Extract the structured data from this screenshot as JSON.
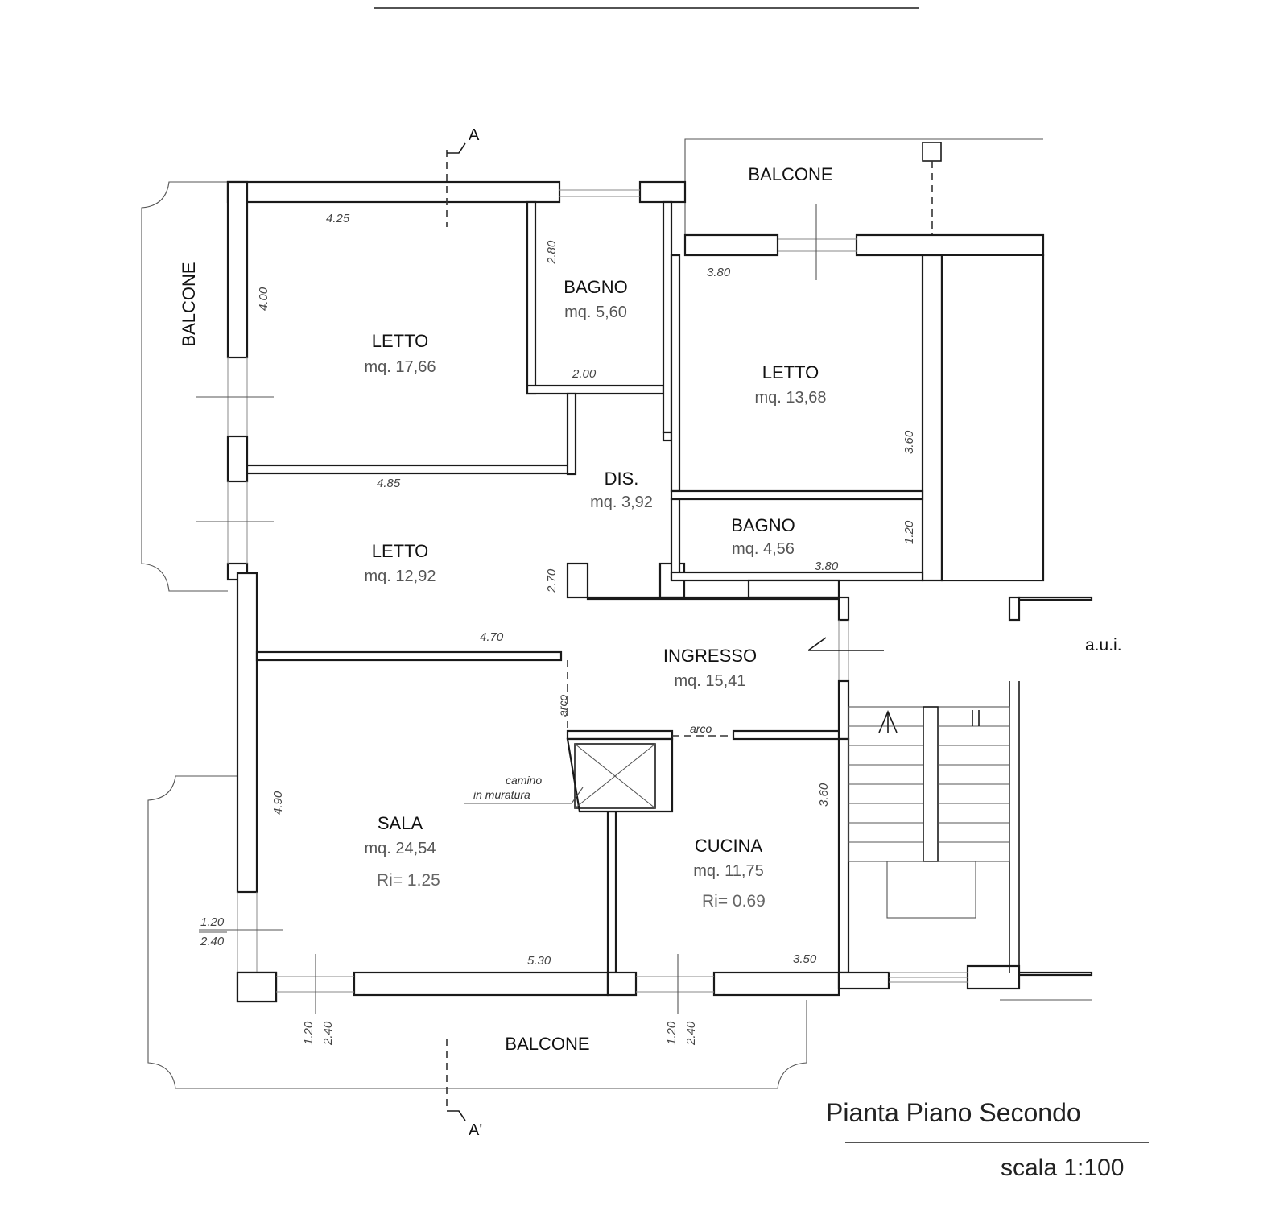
{
  "rooms": {
    "letto1": {
      "name": "LETTO",
      "area": "mq. 17,66"
    },
    "bagno1": {
      "name": "BAGNO",
      "area": "mq. 5,60"
    },
    "letto2": {
      "name": "LETTO",
      "area": "mq. 13,68"
    },
    "letto3": {
      "name": "LETTO",
      "area": "mq. 12,92"
    },
    "dis": {
      "name": "DIS.",
      "area": "mq. 3,92"
    },
    "bagno2": {
      "name": "BAGNO",
      "area": "mq. 4,56"
    },
    "ingresso": {
      "name": "INGRESSO",
      "area": "mq. 15,41"
    },
    "sala": {
      "name": "SALA",
      "area": "mq. 24,54",
      "ri": "Ri=  1.25"
    },
    "cucina": {
      "name": "CUCINA",
      "area": "mq. 11,75",
      "ri": "Ri=  0.69"
    }
  },
  "balconies": {
    "left": "BALCONE",
    "top": "BALCONE",
    "bottom": "BALCONE"
  },
  "dimensions": {
    "letto1_w": "4.25",
    "letto1_h": "4.00",
    "bagno1_h": "2.80",
    "bagno1_w": "2.00",
    "letto2_w": "3.80",
    "letto2_h": "3.60",
    "letto3_w": "4.85",
    "letto3_h": "2.70",
    "letto3_b": "4.70",
    "bagno2_h": "1.20",
    "bagno2_w": "3.80",
    "sala_h": "4.90",
    "sala_w": "5.30",
    "cucina_h": "3.60",
    "cucina_w": "3.50",
    "left_win_a": "1.20",
    "left_win_b": "2.40",
    "sala_win_a": "1.20",
    "sala_win_b": "2.40",
    "cucina_win_a": "1.20",
    "cucina_win_b": "2.40"
  },
  "notes": {
    "arco_v": "arco",
    "arco_h": "arco",
    "camino_1": "camino",
    "camino_2": "in  muratura",
    "aui": "a.u.i."
  },
  "section_marks": {
    "top": "A",
    "bottom": "A'"
  },
  "title": "Pianta Piano Secondo",
  "scale": "scala 1:100"
}
